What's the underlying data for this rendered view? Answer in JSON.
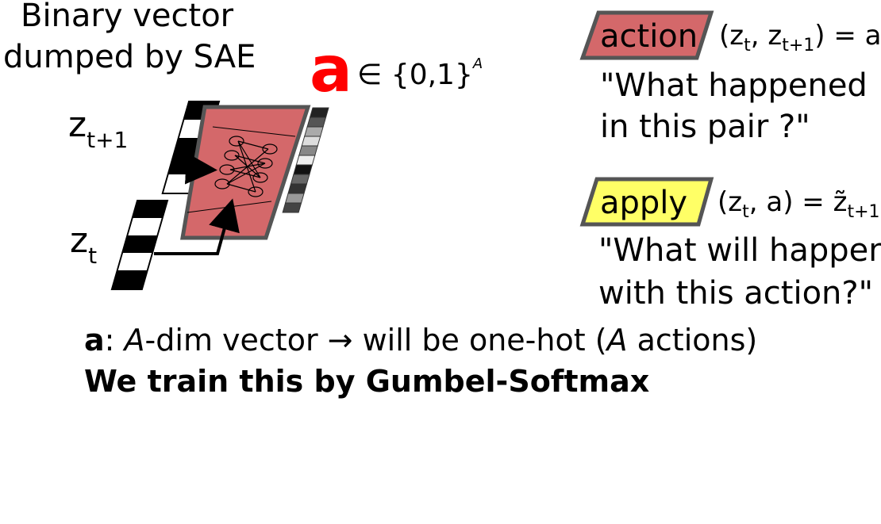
{
  "header": {
    "line1": "Binary vector",
    "line2": "dumped by SAE"
  },
  "symbol": {
    "a_big": "a",
    "a_color": "#ff0000",
    "in_set": "∈ {0,1}",
    "set_exp": "A"
  },
  "labels": {
    "z_next_base": "z",
    "z_next_sub": "t+1",
    "z_cur_base": "z",
    "z_cur_sub": "t"
  },
  "action_box": {
    "label": "action",
    "fill": "#d4686a",
    "formula_open": "(z",
    "formula_s1": "t",
    "formula_mid": ", z",
    "formula_s2": "t+1",
    "formula_close": ") = a",
    "question1": "\"What happened",
    "question2": "in this pair ?\""
  },
  "apply_box": {
    "label": "apply",
    "fill": "#ffff66",
    "formula_open": "(z",
    "formula_s1": "t",
    "formula_mid": ", a) = ",
    "formula_ztilde": "z̃",
    "formula_s2": "t+1",
    "question1": "\"What will happen",
    "question2": "with this action?\""
  },
  "notes": {
    "a_bold": "a",
    "colon": ": ",
    "A1": "A",
    "mid": "-dim vector → will be one-hot (",
    "A2": "A",
    "end": " actions)",
    "train": "We train this by Gumbel-Softmax"
  },
  "colors": {
    "network_fill": "#d4686a",
    "apply_fill": "#ffff66",
    "outline": "#555555"
  }
}
